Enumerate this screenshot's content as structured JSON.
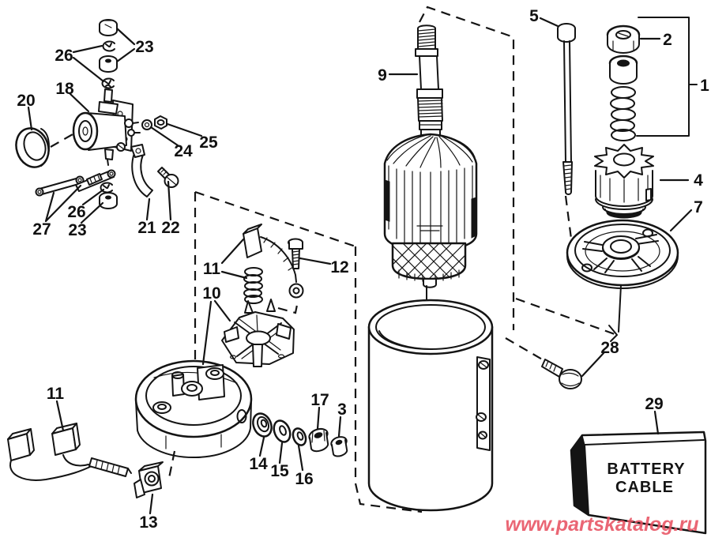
{
  "watermark": "www.partskatalog.ru",
  "battery_box": {
    "line1": "BATTERY",
    "line2": "CABLE"
  },
  "colors": {
    "line": "#141414",
    "watermark": "#e85161",
    "background": "#ffffff"
  },
  "labels": {
    "p1": "1",
    "p2": "2",
    "p3": "3",
    "p4": "4",
    "p5": "5",
    "p7": "7",
    "p9": "9",
    "p10": "10",
    "p11a": "11",
    "p11b": "11",
    "p12": "12",
    "p13": "13",
    "p14": "14",
    "p15": "15",
    "p16": "16",
    "p17": "17",
    "p18": "18",
    "p20": "20",
    "p21": "21",
    "p22": "22",
    "p23a": "23",
    "p23b": "23",
    "p24": "24",
    "p25": "25",
    "p26a": "26",
    "p26b": "26",
    "p27": "27",
    "p28": "28",
    "p29": "29"
  }
}
